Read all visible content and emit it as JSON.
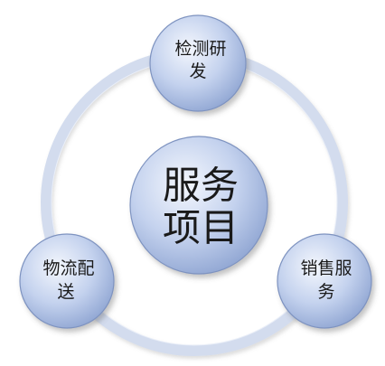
{
  "diagram": {
    "center": {
      "lines": [
        "服务",
        "项目"
      ]
    },
    "nodes": [
      {
        "id": "testing-rd",
        "lines": [
          "检测研",
          "发"
        ]
      },
      {
        "id": "sales-service",
        "lines": [
          "销售服",
          "务"
        ]
      },
      {
        "id": "logistics",
        "lines": [
          "物流配",
          "送"
        ]
      }
    ]
  },
  "colors": {
    "ring": "#cfd8ec",
    "circle_light": "#f2f5fc",
    "circle_dark": "#98acd6",
    "outline": "#7a8fbd"
  }
}
